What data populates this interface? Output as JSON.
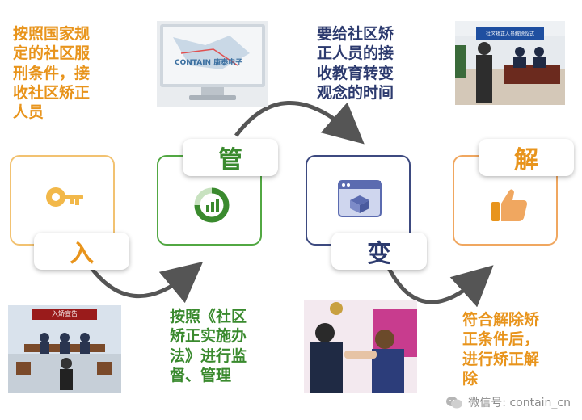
{
  "steps": [
    {
      "tab": "入",
      "desc": "按照国家规\n定的社区服\n刑条件，接\n收社区矫正\n人员"
    },
    {
      "tab": "管",
      "desc": "按照《社区\n矫正实施办\n法》进行监\n督、管理"
    },
    {
      "tab": "变",
      "desc": "要给社区矫\n正人员的接\n收教育转变\n观念的时间"
    },
    {
      "tab": "解",
      "desc": "符合解除矫\n正条件后，\n进行矫正解\n除"
    }
  ],
  "photos": {
    "monitor_text": "CONTAIN  康泰电子",
    "room_banner": "入矫宣告",
    "hall_banner": "社区矫正人员解除仪式"
  },
  "watermark": "微信号: contain_cn",
  "colors": {
    "orange": "#e8941c",
    "green": "#3a8a2e",
    "navy": "#2c3a6e",
    "arrow": "#555555"
  },
  "icons": [
    "key-icon",
    "ring-chart-icon",
    "box-window-icon",
    "thumbs-up-icon"
  ]
}
